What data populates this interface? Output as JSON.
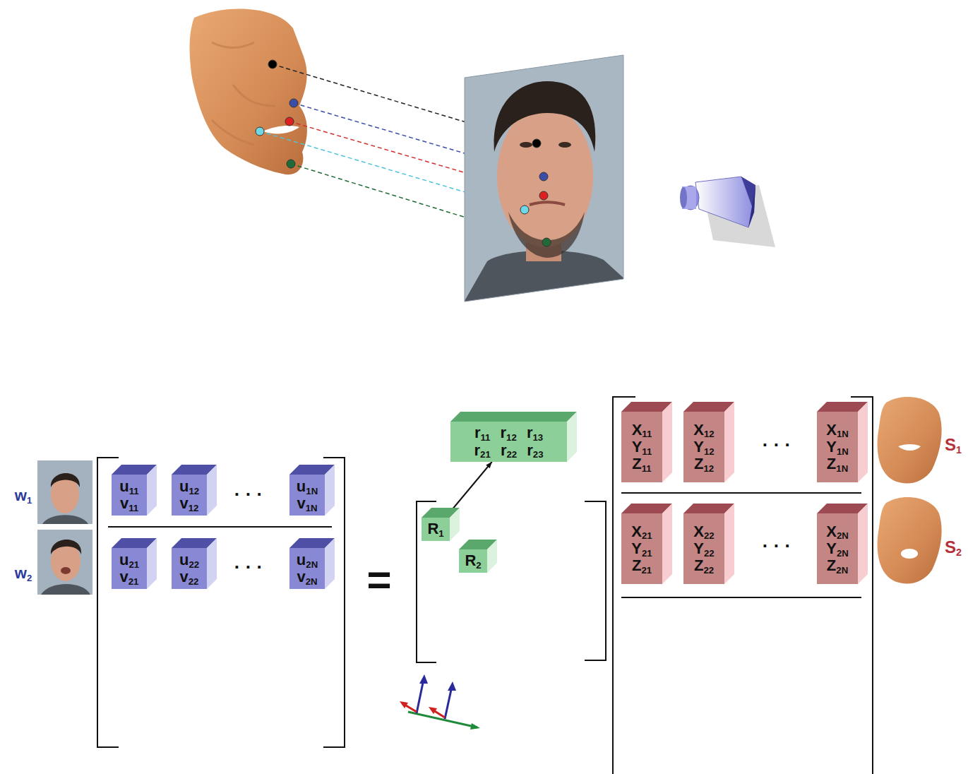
{
  "diagram": {
    "nodes": [
      {
        "text": [
          "u11",
          "v11"
        ]
      },
      {
        "text": [
          "u12",
          "v12"
        ]
      },
      {
        "text": [
          "u1N",
          "v1N"
        ]
      },
      {
        "text": [
          "u21",
          "v21"
        ]
      },
      {
        "text": [
          "u22",
          "v22"
        ]
      },
      {
        "text": [
          "u2N",
          "v2N"
        ]
      },
      {
        "text": [
          "r11 r12 r13",
          "r21 r22 r23"
        ]
      },
      {
        "text": [
          "R1"
        ]
      },
      {
        "text": [
          "R2"
        ]
      },
      {
        "text": [
          "X11",
          "Y11",
          "Z11"
        ]
      },
      {
        "text": [
          "X12",
          "Y12",
          "Z12"
        ]
      },
      {
        "text": [
          "X1N",
          "Y1N",
          "Z1N"
        ]
      },
      {
        "text": [
          "X21",
          "Y21",
          "Z21"
        ]
      },
      {
        "text": [
          "X22",
          "Y22",
          "Z22"
        ]
      },
      {
        "text": [
          "X2N",
          "Y2N",
          "Z2N"
        ]
      }
    ],
    "edges": [
      {
        "from": 7,
        "to": 6,
        "arrow": "to"
      }
    ],
    "labels": [
      "w1",
      "w2",
      "· · ·",
      "· · ·",
      "=",
      "· · ·",
      "· · ·",
      "S1",
      "S2"
    ]
  }
}
